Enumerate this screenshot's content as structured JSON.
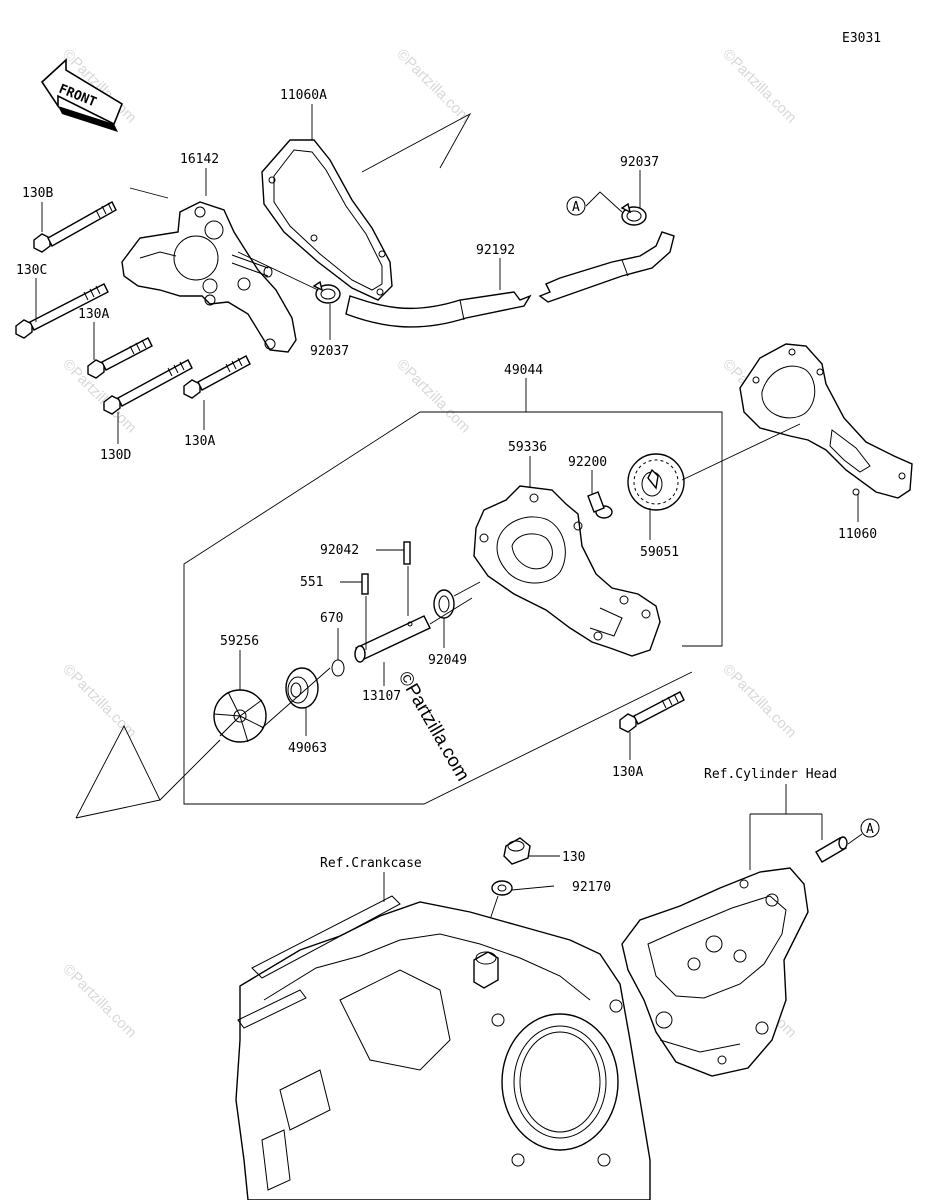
{
  "diagram_code": "E3031",
  "front_indicator": "FRONT",
  "watermark_text": "©Partzilla.com",
  "center_stamp": "©Partzilla.com",
  "parts": {
    "p11060A": "11060A",
    "p16142": "16142",
    "p130B": "130B",
    "p130C": "130C",
    "p130A_top": "130A",
    "p130A_mid": "130A",
    "p130D": "130D",
    "p92037_left": "92037",
    "p92037_right": "92037",
    "p92192": "92192",
    "p49044": "49044",
    "p59336": "59336",
    "p92200": "92200",
    "p11060": "11060",
    "p59051": "59051",
    "p92042": "92042",
    "p551": "551",
    "p670": "670",
    "p59256": "59256",
    "p13107": "13107",
    "p92049": "92049",
    "p49063": "49063",
    "p130A_low": "130A",
    "p130": "130",
    "p92170": "92170"
  },
  "refs": {
    "cylinder_head": "Ref.Cylinder Head",
    "crankcase": "Ref.Crankcase"
  },
  "connector_a_top": "A",
  "connector_a_bottom": "A"
}
